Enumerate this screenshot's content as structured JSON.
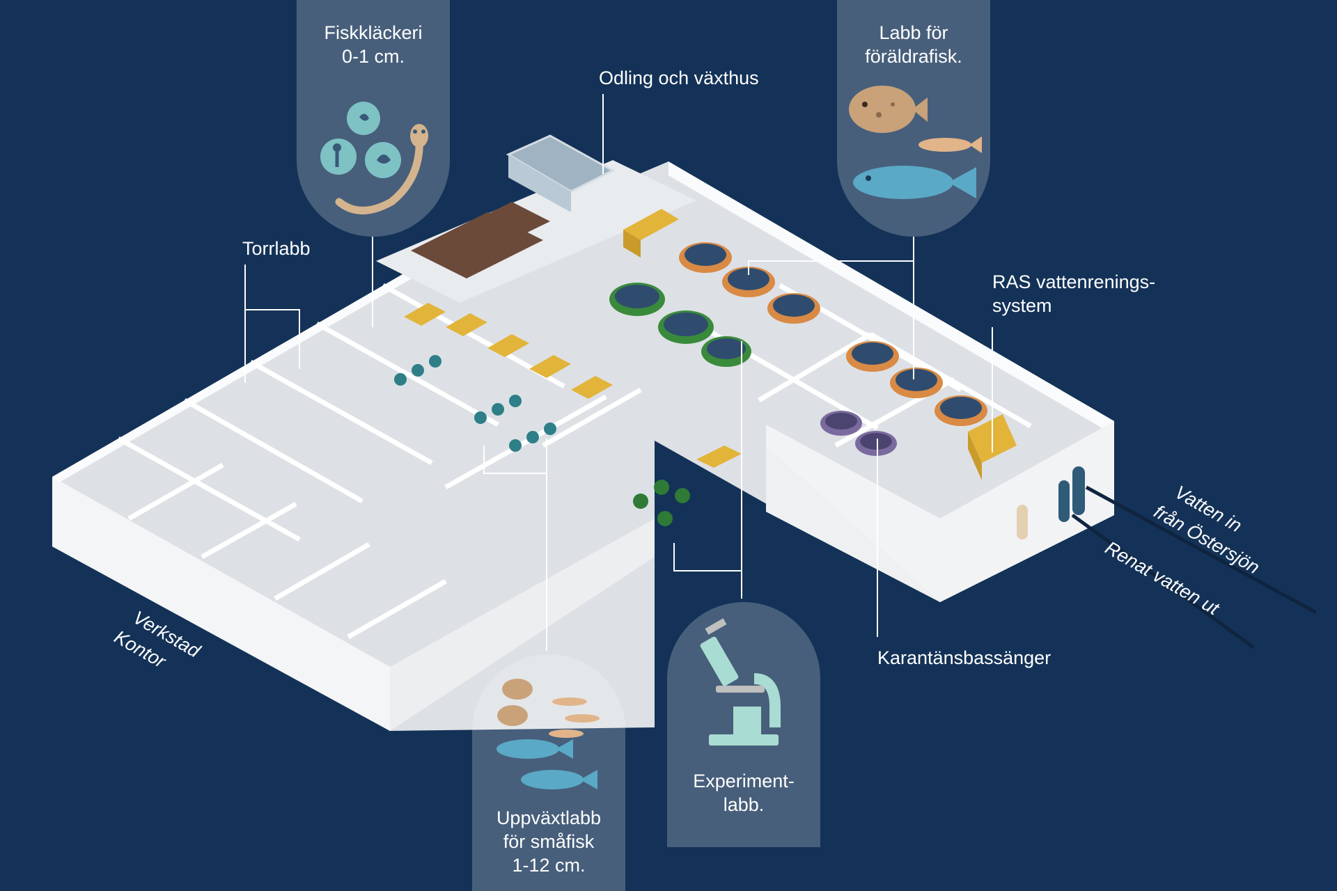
{
  "labels": {
    "fiskklackeri": [
      "Fiskkläckeri",
      "0-1 cm."
    ],
    "odling": "Odling och växthus",
    "labb_foraldrafisk": [
      "Labb för",
      "föräldrafisk."
    ],
    "torrlabb": "Torrlabb",
    "ras": [
      "RAS  vattenrenings-",
      "system"
    ],
    "karantan": "Karantänsbassänger",
    "experiment": [
      "Experiment-",
      "labb."
    ],
    "uppvaxt": [
      "Uppväxtlabb",
      "för småfisk",
      "1-12 cm."
    ],
    "verkstad": "Verkstad",
    "kontor": "Kontor",
    "vatten_in": [
      "Vatten in",
      "från Östersjön"
    ],
    "renat_vatten": "Renat vatten ut"
  },
  "colors": {
    "background": "#143257",
    "pill": "#3a5878",
    "floor": "#e6e9ec",
    "wall": "#f7f8f9",
    "tank_orange": "#d98a45",
    "tank_green": "#3a8a3c",
    "tank_purple": "#7a6a9e",
    "tank_water": "#2f4c6e",
    "yellow_equipment": "#e2b43a",
    "egg_teal": "#7ec2c4",
    "fish_cod": "#5aa9c6",
    "fish_flatfish": "#c9a27a",
    "microscope": "#a9dcd3"
  },
  "icons": {
    "hatchery_pill": "fish-egg-larva-icon",
    "parent_fish_pill": "parent-fish-icon",
    "juvenile_pill": "small-fish-icon",
    "experiment_pill": "microscope-icon"
  }
}
